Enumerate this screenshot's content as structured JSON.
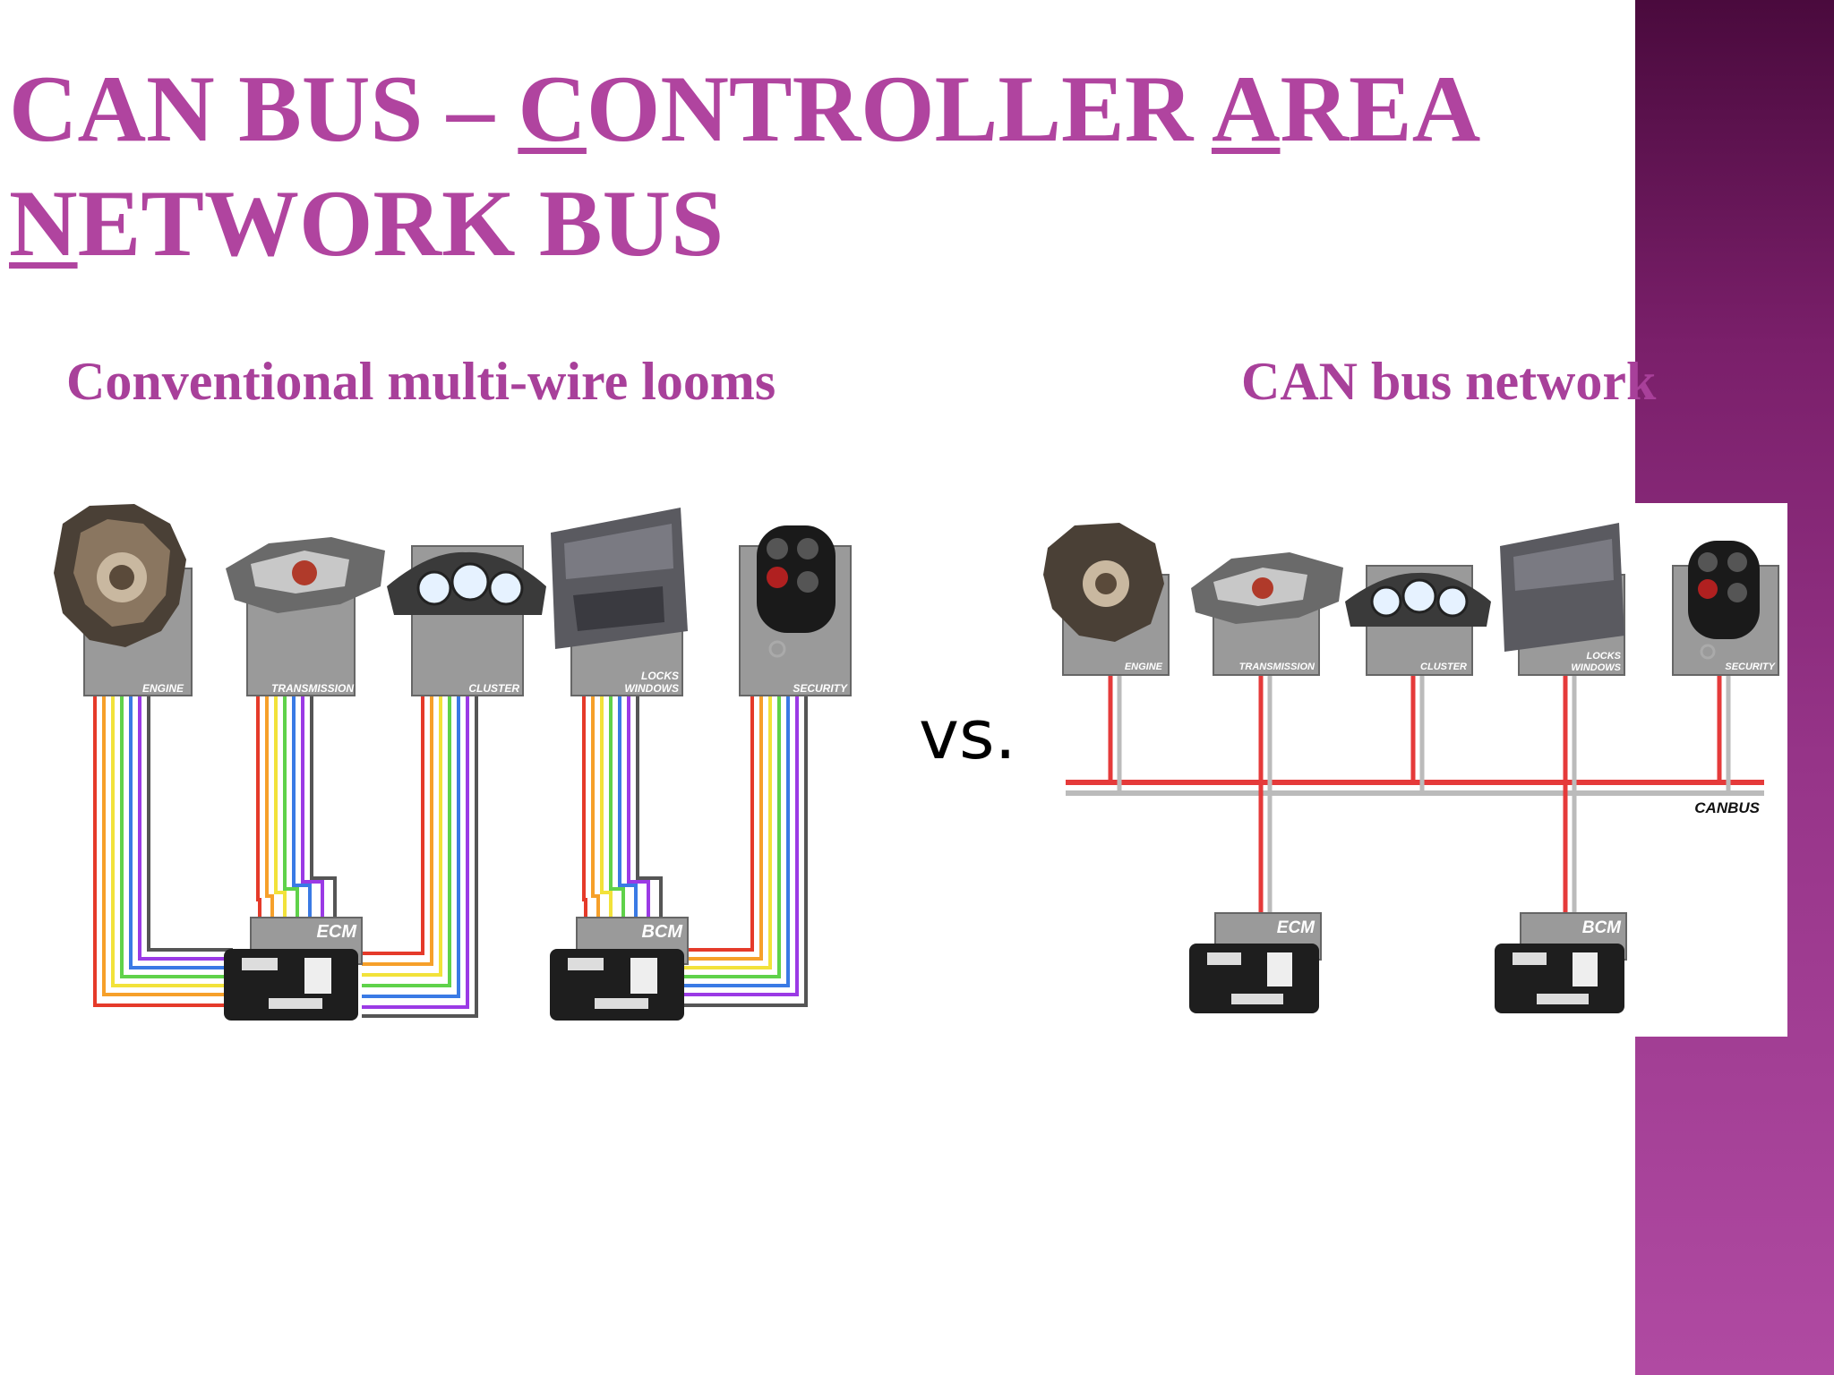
{
  "slide": {
    "title_line1_a": "CAN BUS – ",
    "title_line1_b": "C",
    "title_line1_c": "ONTROLLER ",
    "title_line1_d": "A",
    "title_line1_e": "REA",
    "title_line2_a": "N",
    "title_line2_b": "ETWORK BUS",
    "left_heading": "Conventional multi-wire looms",
    "right_heading": "CAN bus network",
    "vs_label": "vs."
  },
  "left_diagram": {
    "modules": [
      "ENGINE",
      "TRANSMISSION",
      "CLUSTER",
      "LOCKS",
      "WINDOWS",
      "SECURITY"
    ],
    "controllers": [
      "ECM",
      "BCM"
    ],
    "wire_colors": [
      "#e53a2a",
      "#f6a02a",
      "#f2e23a",
      "#5fd24a",
      "#3a7ae5",
      "#9b3ae5",
      "#555555"
    ]
  },
  "right_diagram": {
    "modules": [
      "ENGINE",
      "TRANSMISSION",
      "CLUSTER",
      "LOCKS",
      "WINDOWS",
      "SECURITY"
    ],
    "controllers": [
      "ECM",
      "BCM"
    ],
    "bus_label": "CANBUS",
    "bus_colors": [
      "#e53a3a",
      "#bbbbbb"
    ]
  },
  "colors": {
    "title": "#b0449f",
    "side_band": "#8a2a7a"
  }
}
